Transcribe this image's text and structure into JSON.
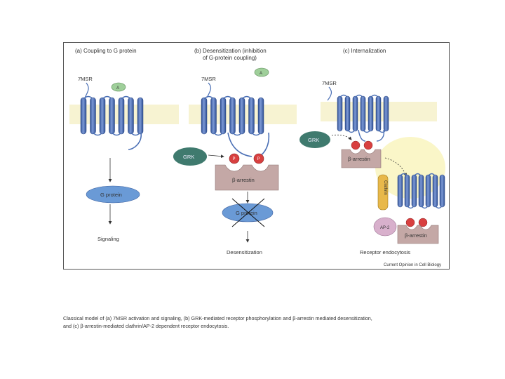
{
  "panels": {
    "a": {
      "title": "(a)  Coupling to G protein",
      "receptor": "7MSR",
      "ligand": "A",
      "gprotein": "G protein",
      "outcome": "Signaling"
    },
    "b": {
      "title_line1": "(b)  Desensitization (inhibition",
      "title_line2": "of G-protein coupling)",
      "receptor": "7MSR",
      "ligand": "A",
      "kinase": "GRK",
      "phospho": "P",
      "arrestin": "β-arrestin",
      "gprotein": "G protein",
      "outcome": "Desensitization"
    },
    "c": {
      "title": "(c)  Internalization",
      "receptor": "7MSR",
      "kinase": "GRK",
      "arrestin": "β-arrestin",
      "clathrin": "Clathrin",
      "ap2": "AP-2",
      "arrestin2": "β-arrestin",
      "outcome": "Receptor endocytosis"
    }
  },
  "credit": "Current Opinion in Cell Biology",
  "caption": {
    "line1": "Classical model of (a) 7MSR activation and signaling, (b) GRK-mediated receptor phosphorylation and β-arrestin mediated desensitization,",
    "line2": "and (c) β-arrestin-mediated clathrin/AP-2 dependent receptor endocytosis."
  },
  "colors": {
    "membrane": "#f7f3d2",
    "helix": "#4a6fb5",
    "grk": "#3f7a6e",
    "ligand": "#9fcf9a",
    "arrestin": "#c4a8a6",
    "phospho": "#d84040",
    "gprotein": "#6a9ad6",
    "clathrin": "#e8b84a",
    "ap2": "#d8b0cc",
    "vesicle": "#faf6c8"
  }
}
